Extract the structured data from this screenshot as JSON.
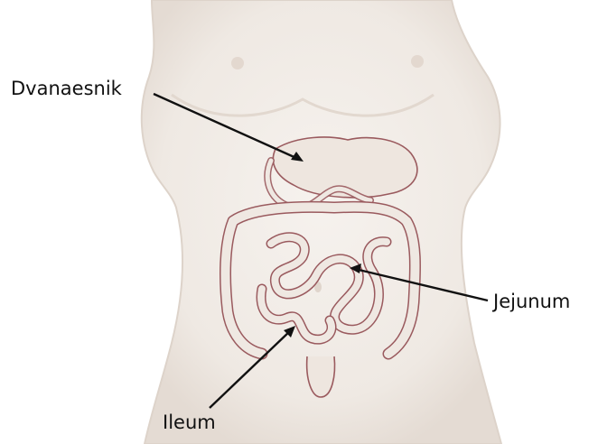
{
  "labels": {
    "duodenum": "Dvanaesnik",
    "jejunum": "Jejunum",
    "ileum": "Ileum"
  },
  "colors": {
    "skin": "#f1ece7",
    "skin_shadow": "#d9d0c8",
    "intestine_outline": "#9a5a5e",
    "intestine_fill": "#efe8e2",
    "pointer_line": "#111111"
  }
}
